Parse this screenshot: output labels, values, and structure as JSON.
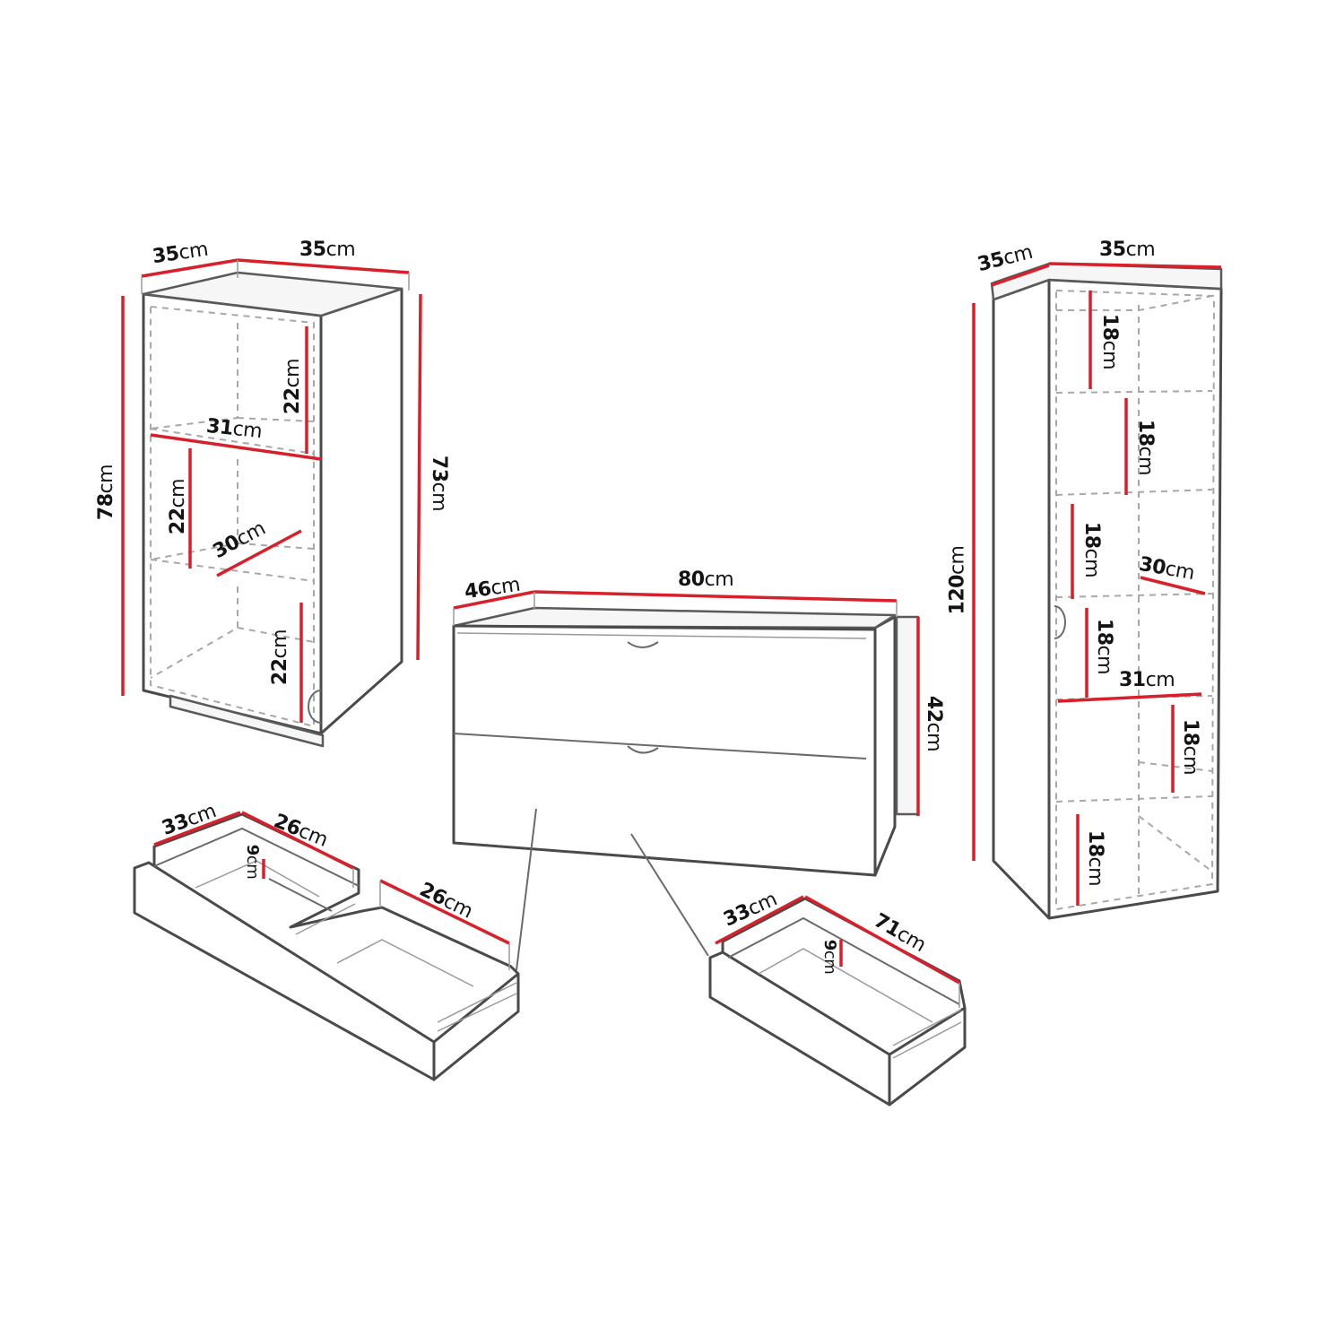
{
  "diagram": {
    "type": "furniture-dimension-drawing",
    "units": "cm",
    "accent_color": "#d8202a",
    "line_color": "#4a4a4a",
    "pieces": {
      "cabinet_left": {
        "name": "Open shelf cabinet",
        "labels": {
          "depth": {
            "num": "35",
            "unit": "cm"
          },
          "width": {
            "num": "35",
            "unit": "cm"
          },
          "height_total": {
            "num": "78",
            "unit": "cm"
          },
          "height_body": {
            "num": "73",
            "unit": "cm"
          },
          "shelf1_height": {
            "num": "22",
            "unit": "cm"
          },
          "shelf_width": {
            "num": "31",
            "unit": "cm"
          },
          "shelf2_height": {
            "num": "22",
            "unit": "cm"
          },
          "shelf_depth": {
            "num": "30",
            "unit": "cm"
          },
          "shelf3_height": {
            "num": "22",
            "unit": "cm"
          }
        }
      },
      "chest_center": {
        "name": "Two-drawer chest",
        "labels": {
          "depth": {
            "num": "46",
            "unit": "cm"
          },
          "width": {
            "num": "80",
            "unit": "cm"
          },
          "height": {
            "num": "42",
            "unit": "cm"
          }
        }
      },
      "bookcase_right": {
        "name": "Tall bookcase",
        "labels": {
          "depth": {
            "num": "35",
            "unit": "cm"
          },
          "width": {
            "num": "35",
            "unit": "cm"
          },
          "height": {
            "num": "120",
            "unit": "cm"
          },
          "shelf1": {
            "num": "18",
            "unit": "cm"
          },
          "shelf2": {
            "num": "18",
            "unit": "cm"
          },
          "shelf3": {
            "num": "18",
            "unit": "cm"
          },
          "shelf_depth": {
            "num": "30",
            "unit": "cm"
          },
          "shelf4": {
            "num": "18",
            "unit": "cm"
          },
          "shelf_width": {
            "num": "31",
            "unit": "cm"
          },
          "shelf5": {
            "num": "18",
            "unit": "cm"
          },
          "shelf6": {
            "num": "18",
            "unit": "cm"
          }
        }
      },
      "drawer_divided": {
        "name": "Divided drawer",
        "labels": {
          "width": {
            "num": "33",
            "unit": "cm"
          },
          "compartment1": {
            "num": "26",
            "unit": "cm"
          },
          "height": {
            "num": "9",
            "unit": "cm"
          },
          "compartment2": {
            "num": "26",
            "unit": "cm"
          }
        }
      },
      "drawer_single": {
        "name": "Single drawer",
        "labels": {
          "width": {
            "num": "33",
            "unit": "cm"
          },
          "height": {
            "num": "9",
            "unit": "cm"
          },
          "length": {
            "num": "71",
            "unit": "cm"
          }
        }
      }
    }
  }
}
